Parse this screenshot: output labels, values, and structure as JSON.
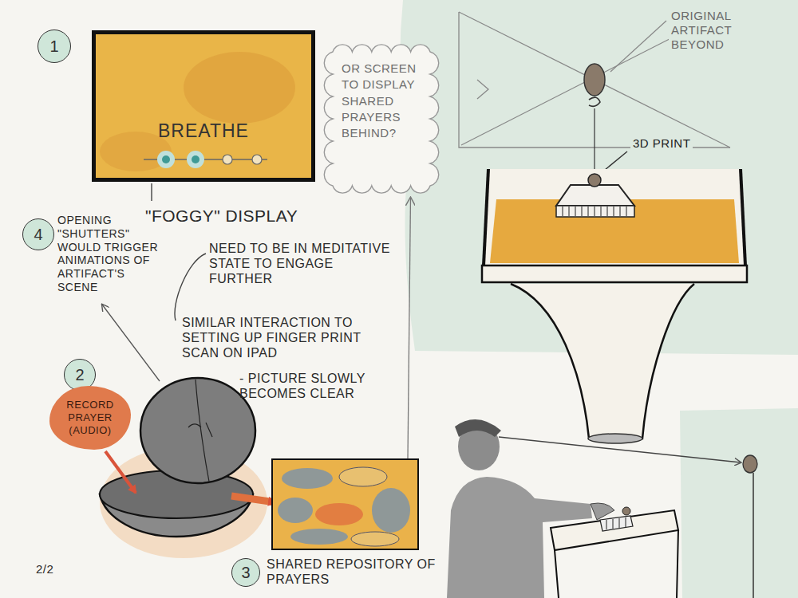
{
  "diagram": {
    "nodes": [
      {
        "text": [
          "1"
        ]
      },
      {
        "text": [
          "BREATHE"
        ]
      },
      {
        "text": [
          "OR SCREEN TO DISPLAY SHARED PRAYERS BEHIND?"
        ]
      },
      {
        "text": [
          "4"
        ]
      },
      {
        "text": [
          "2"
        ]
      },
      {
        "text": [
          "RECORD PRAYER (AUDIO)"
        ]
      },
      {
        "text": [
          "SHARED REPOSITORY OF PRAYERS"
        ]
      },
      {
        "text": [
          "3"
        ]
      }
    ],
    "edges": [
      {
        "from": 6,
        "to": 2,
        "arrow": "to"
      }
    ],
    "labels": [
      "ORIGINAL ARTIFACT BEYOND",
      "3D PRINT",
      "OPENING \"SHUTTERS\" WOULD TRIGGER ANIMATIONS OF ARTIFACT'S SCENE",
      "\"FOGGY\" DISPLAY",
      "NEED TO BE IN MEDITATIVE STATE TO ENGAGE FURTHER",
      "SIMILAR INTERACTION TO SETTING UP FINGER PRINT SCAN ON IPAD",
      "- PICTURE SLOWLY BECOMES CLEAR",
      "2/2"
    ]
  }
}
